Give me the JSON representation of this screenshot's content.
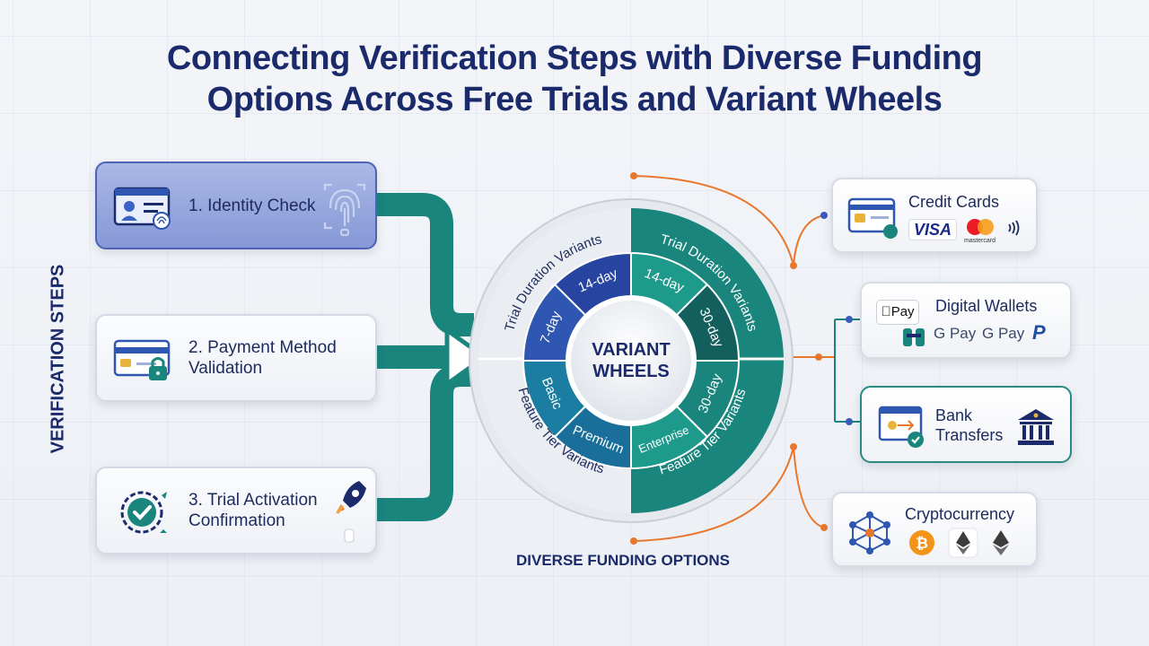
{
  "title": {
    "line1": "Connecting Verification Steps with Diverse Funding",
    "line2": "Options Across Free Trials and Variant Wheels"
  },
  "side_label": "VERIFICATION STEPS",
  "steps": [
    {
      "line1": "1. Identity Check",
      "line2": "",
      "icon": "id-card-fingerprint-icon"
    },
    {
      "line1": "2. Payment Method",
      "line2": "Validation",
      "icon": "card-lock-icon"
    },
    {
      "line1": "3. Trial Activation",
      "line2": "Confirmation",
      "icon": "check-gear-icon"
    }
  ],
  "wheel": {
    "center_line1": "VARIANT",
    "center_line2": "WHEELS",
    "outer_top_left": "Trial Duration Variants",
    "outer_top_right": "Trial Duration Variants",
    "outer_bottom_left": "Feature Tier Variants",
    "outer_bottom_right": "Feature Tier Variants",
    "segments": [
      "14-day",
      "30-day",
      "30-day",
      "Enterprise",
      "Premium",
      "Basic",
      "7-day",
      "14-day"
    ]
  },
  "funding_label": "DIVERSE FUNDING OPTIONS",
  "funding": [
    {
      "title": "Credit Cards",
      "brands": [
        "VISA",
        "mastercard"
      ]
    },
    {
      "title": "Digital Wallets",
      "brands": [
        "Pay",
        "G Pay",
        "G Pay",
        "P"
      ]
    },
    {
      "title_line1": "Bank",
      "title_line2": "Transfers"
    },
    {
      "title": "Cryptocurrency"
    }
  ],
  "colors": {
    "navy": "#1b2a6b",
    "teal": "#1a857c",
    "blue": "#2f56b0",
    "orange": "#e8772e"
  }
}
